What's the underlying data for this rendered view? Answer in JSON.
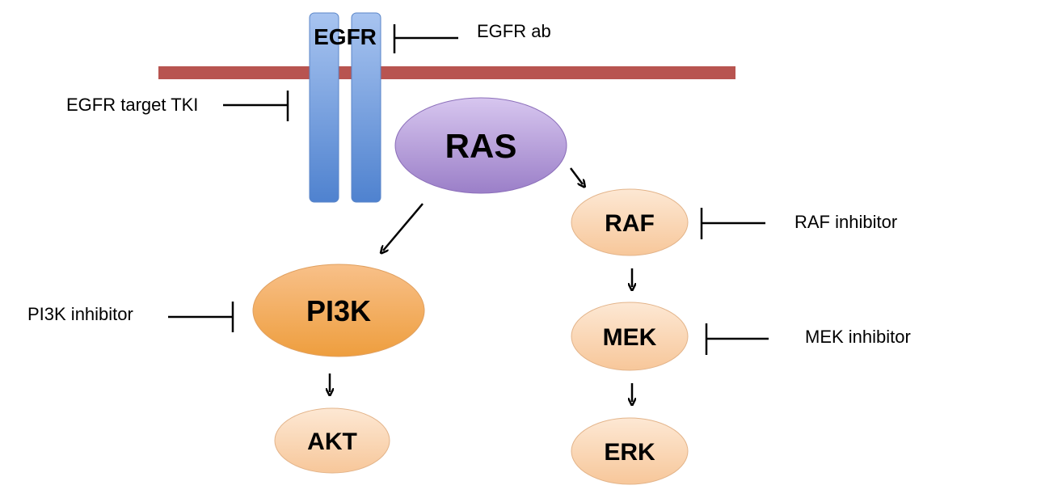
{
  "receptor": {
    "label": "EGFR"
  },
  "nodes": {
    "ras": "RAS",
    "pi3k": "PI3K",
    "akt": "AKT",
    "raf": "RAF",
    "mek": "MEK",
    "erk": "ERK"
  },
  "inhibitors": {
    "egfr_ab": "EGFR ab",
    "egfr_tki": "EGFR target TKI",
    "pi3k": "PI3K inhibitor",
    "raf": "RAF inhibitor",
    "mek": "MEK inhibitor"
  },
  "colors": {
    "membrane": "#b85450",
    "receptor": "#8fb2e8",
    "ras": "#b9a0dc",
    "pi3k": "#f3a955",
    "light_orange": "#fbd9b8",
    "line": "#000000"
  }
}
